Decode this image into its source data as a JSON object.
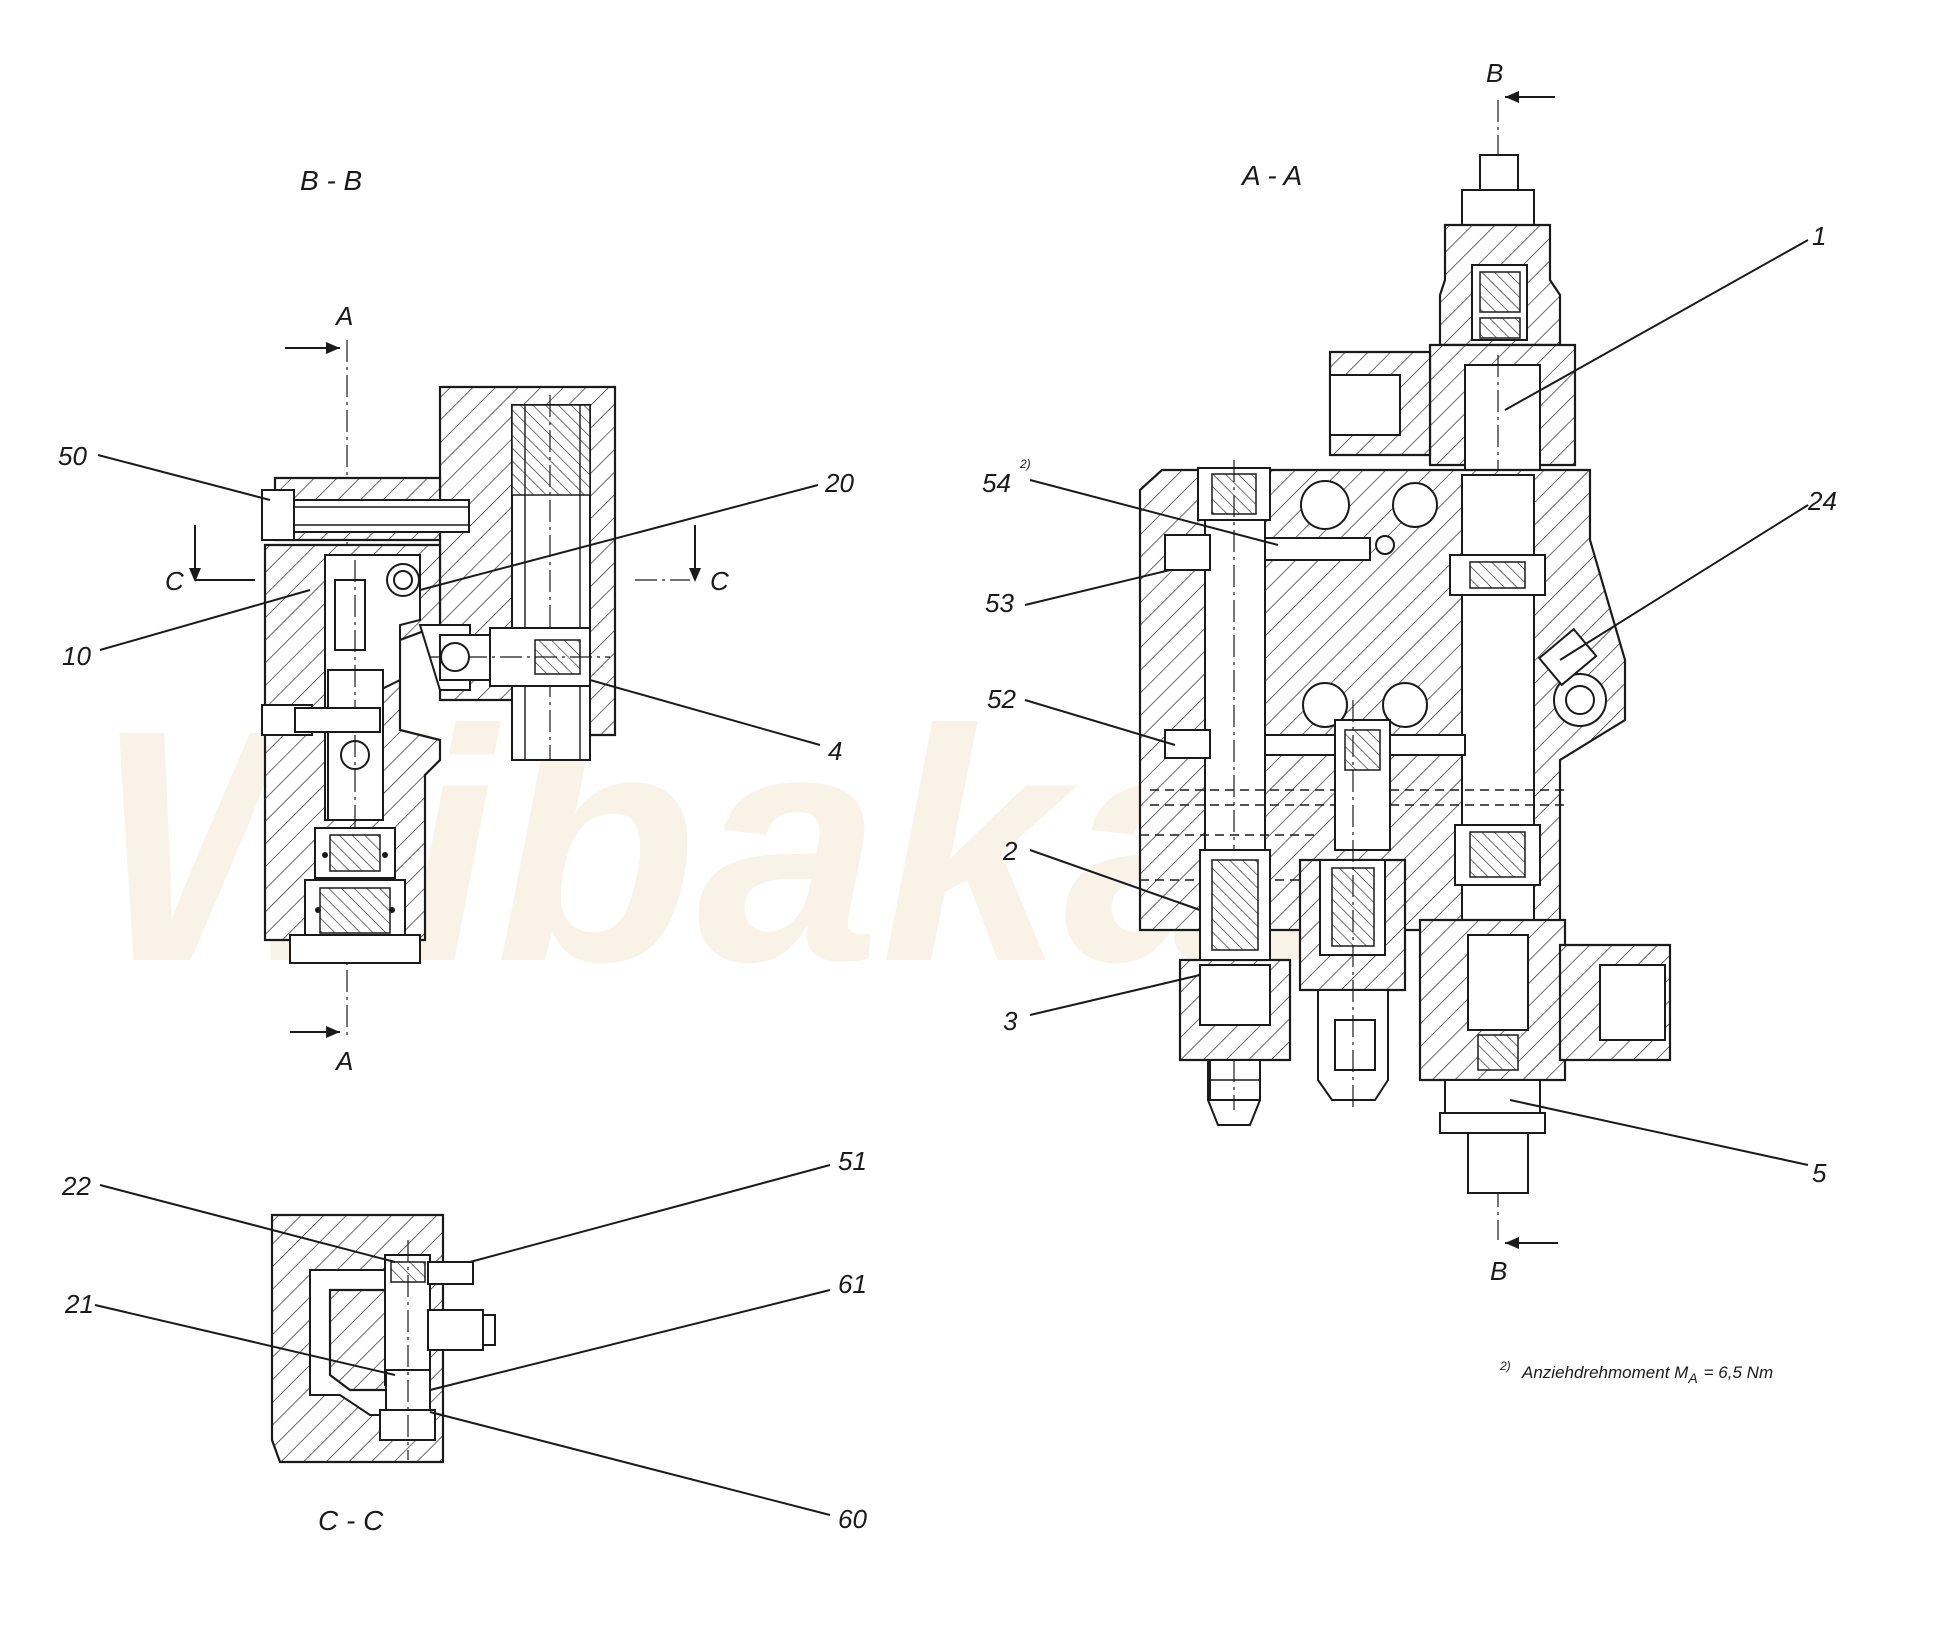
{
  "drawing": {
    "watermark": "Wibakar",
    "sections": {
      "bb": "B - B",
      "aa": "A - A",
      "cc": "C - C"
    },
    "cut_markers": {
      "a_top": "A",
      "a_bottom": "A",
      "c_left": "C",
      "c_right": "C",
      "b_top": "B",
      "b_bottom": "B"
    },
    "callouts": {
      "c50": "50",
      "c20": "20",
      "c10": "10",
      "c4": "4",
      "c1": "1",
      "c54": "54",
      "c54_sup": "2)",
      "c53": "53",
      "c24": "24",
      "c52": "52",
      "c2": "2",
      "c3": "3",
      "c5": "5",
      "c22": "22",
      "c51": "51",
      "c21": "21",
      "c61": "61",
      "c60": "60"
    },
    "footnote": {
      "marker": "2)",
      "text": "Anziehdrehmoment M",
      "subscript": "A",
      "value": "= 6,5 Nm"
    }
  }
}
